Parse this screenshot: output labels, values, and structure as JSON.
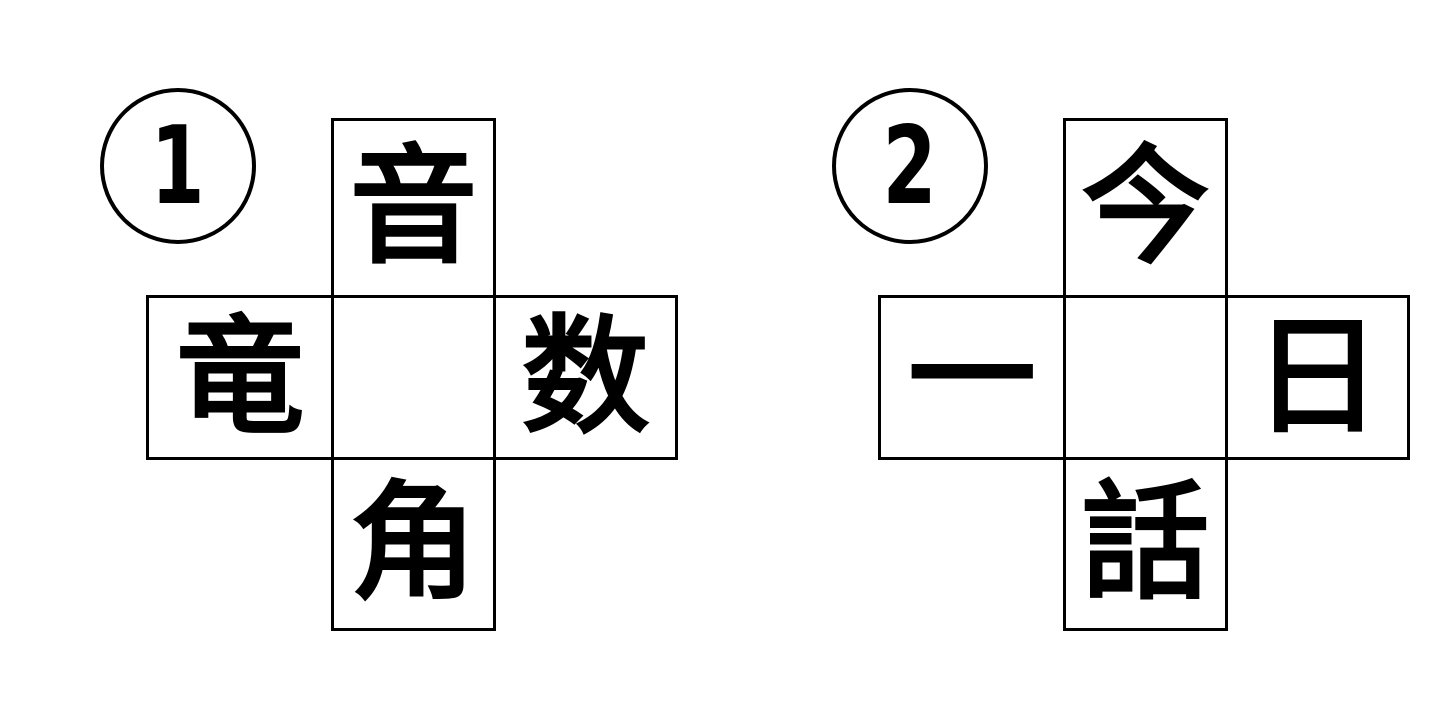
{
  "puzzles": [
    {
      "number": "①",
      "number_text": "1",
      "top": "音",
      "left": "竜",
      "center": "",
      "right": "数",
      "bottom": "角"
    },
    {
      "number": "②",
      "number_text": "2",
      "top": "今",
      "left": "一",
      "center": "",
      "right": "日",
      "bottom": "話"
    }
  ]
}
